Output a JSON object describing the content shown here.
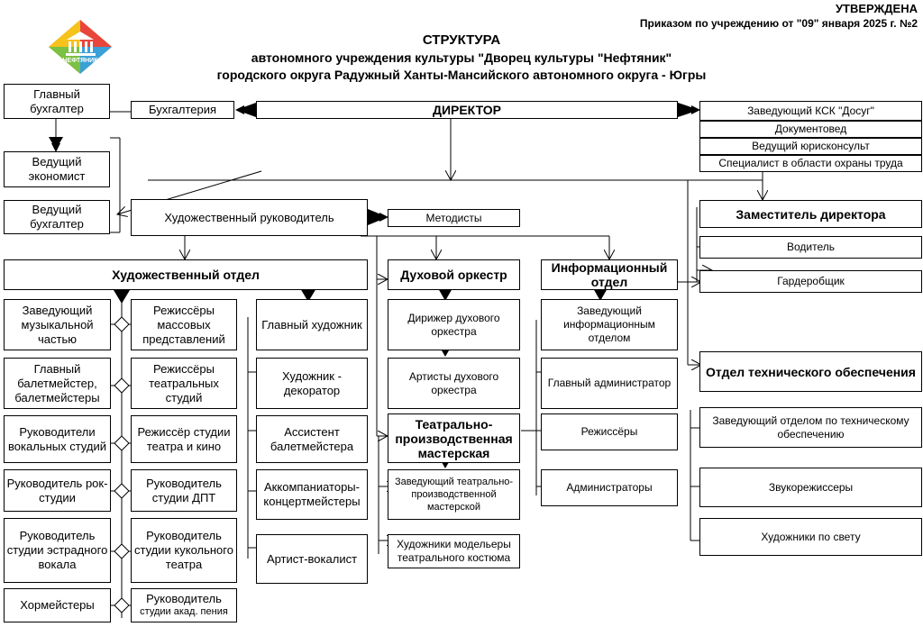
{
  "approval": {
    "title": "УТВЕРЖДЕНА",
    "order": "Приказом по учреждению от \"09\" января 2025 г. №2"
  },
  "logo": {
    "text": "НЕФТЯНИК"
  },
  "heading": {
    "line1": "СТРУКТУРА",
    "line2": "автономного учреждения культуры  \"Дворец культуры \"Нефтяник\"",
    "line3": "городского округа Радужный Ханты-Мансийского автономного округа - Югры"
  },
  "boxes": {
    "chief_accountant": "Главный бухгалтер",
    "accounting": "Бухгалтерия",
    "director": "ДИРЕКТОР",
    "ksk_head": "Заведующий КСК \"Досуг\"",
    "doc_manager": "Документовед",
    "lead_lawyer": "Ведущий юрисконсульт",
    "safety_specialist": "Специалист в области охраны труда",
    "lead_economist": "Ведущий экономист",
    "lead_accountant": "Ведущий бухгалтер",
    "art_director": "Художественный руководитель",
    "methodists": "Методисты",
    "deputy_director": "Заместитель директора",
    "driver": "Водитель",
    "cloakroom": "Гардеробщик",
    "art_department": "Художественный отдел",
    "brass_orchestra": "Духовой оркестр",
    "info_department": "Информационный отдел",
    "music_head": "Заведующий музыкальной частью",
    "mass_directors": "Режиссёры массовых представлений",
    "chief_artist": "Главный художник",
    "orchestra_conductor": "Дирижер духового оркестра",
    "info_head": "Заведующий информационным отделом",
    "ballet_masters": "Главный балетмейстер, балетмейстеры",
    "theatre_directors": "Режиссёры театральных студий",
    "decorator": "Художник - декоратор",
    "orchestra_artists": "Артисты духового оркестра",
    "chief_admin": "Главный администратор",
    "tech_department": "Отдел технического обеспечения",
    "vocal_heads": "Руководители вокальных студий",
    "film_director": "Режиссёр студии театра и кино",
    "ballet_assistant": "Ассистент балетмейстера",
    "theatre_workshop": "Театрально-производственная мастерская",
    "directors": "Режиссёры",
    "tech_head": "Заведующий отделом по техническому обеспечению",
    "rock_head": "Руководитель рок-студии",
    "dpt_head": "Руководитель студии ДПТ",
    "accompanists": "Аккомпаниаторы-концертмейстеры",
    "workshop_head": "Заведующий театрально-производственной мастерской",
    "administrators": "Администраторы",
    "sound_engineers": "Звукорежиссеры",
    "pop_vocal_head": "Руководитель студии эстрадного вокала",
    "puppet_head": "Руководитель студии кукольного театра",
    "vocalist": "Артист-вокалист",
    "costume_designers": "Художники модельеры театрального костюма",
    "light_artists": "Художники по свету",
    "choirmasters": "Хормейстеры",
    "academic_vocal_head": "Руководитель",
    "academic_vocal_sub": "студии акад. пения"
  }
}
